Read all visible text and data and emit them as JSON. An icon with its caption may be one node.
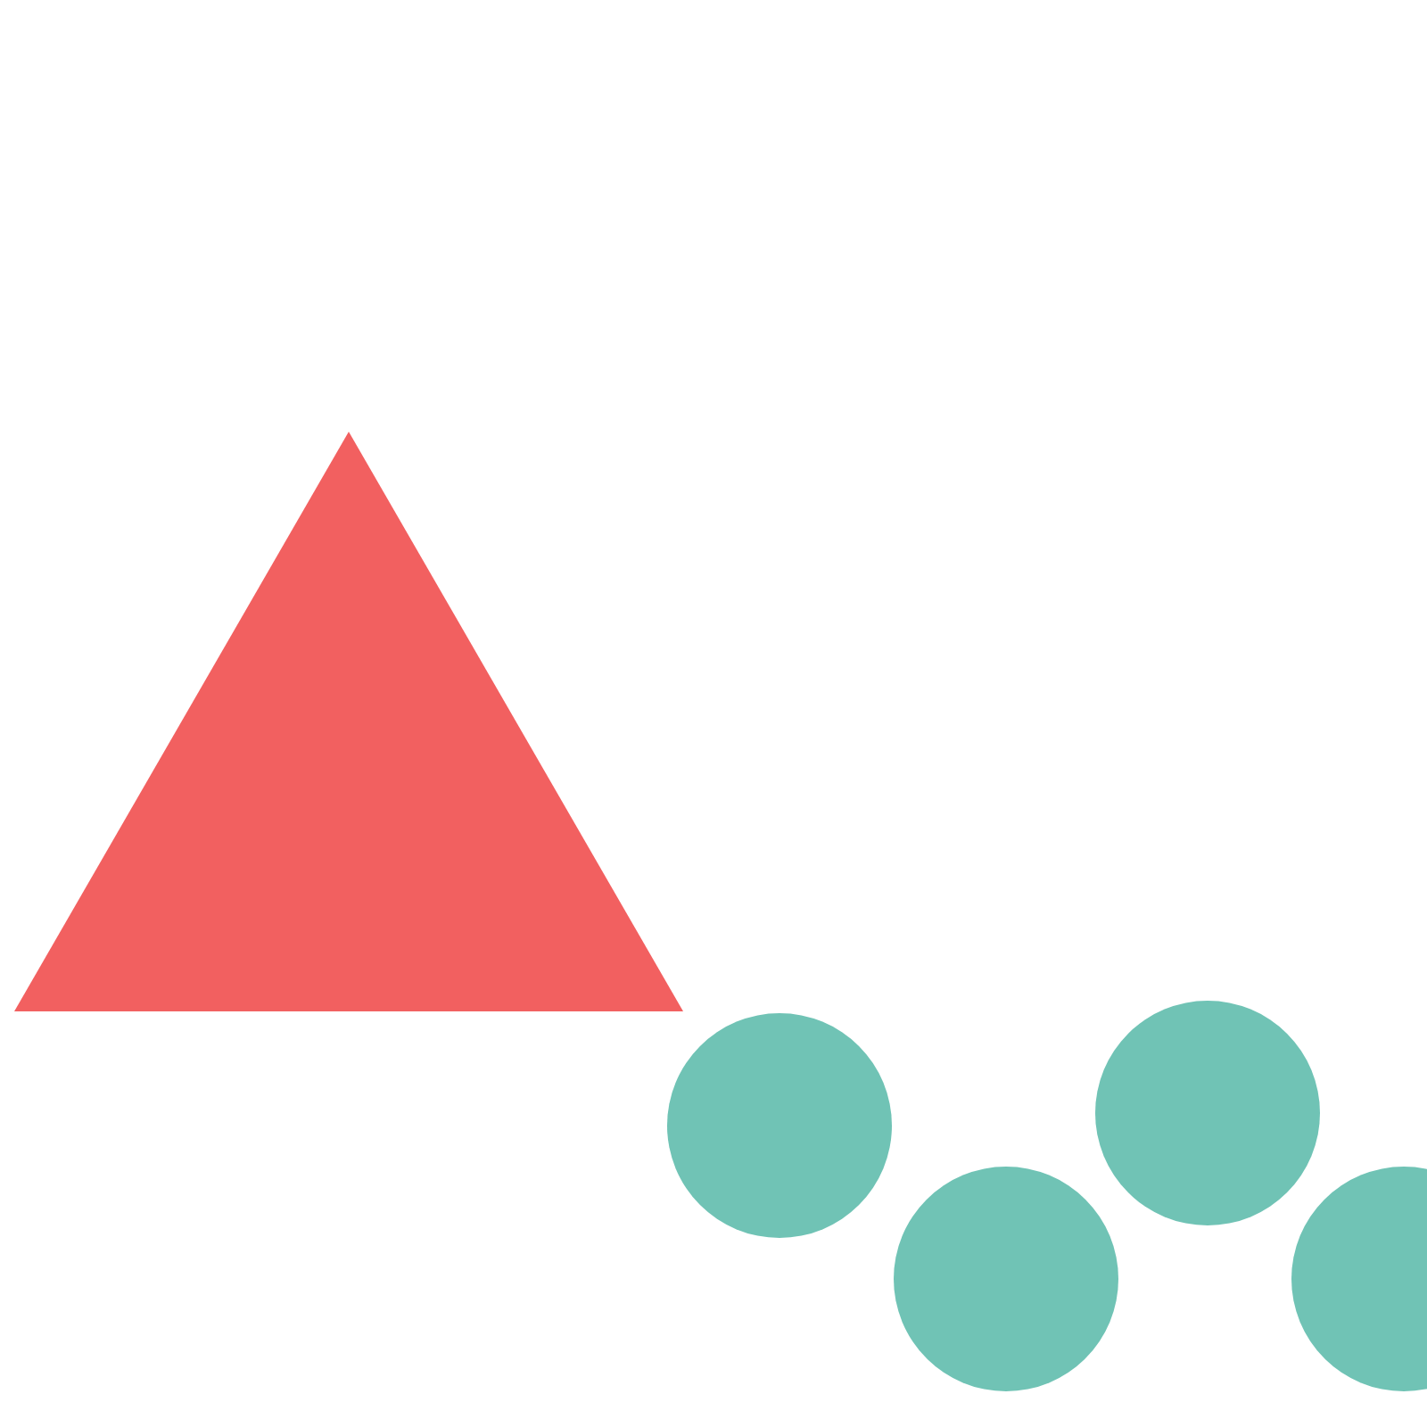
{
  "diagram": {
    "nodes": [
      {
        "text": [],
        "shape": "triangle"
      },
      {
        "text": [],
        "shape": "circle"
      },
      {
        "text": [],
        "shape": "circle"
      },
      {
        "text": [],
        "shape": "circle"
      },
      {
        "text": [],
        "shape": "circle"
      }
    ]
  }
}
